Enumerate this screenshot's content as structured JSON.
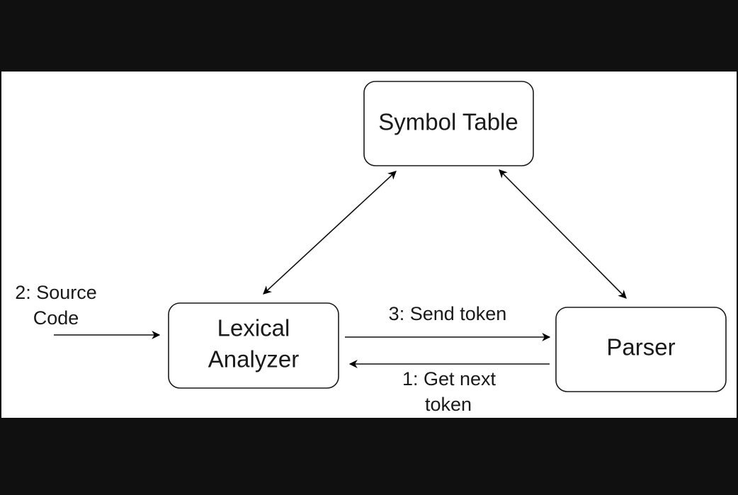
{
  "diagram": {
    "nodes": {
      "symbol_table": {
        "label": "Symbol Table"
      },
      "lexical_analyzer": {
        "line1": "Lexical",
        "line2": "Analyzer"
      },
      "parser": {
        "label": "Parser"
      }
    },
    "edges": {
      "source_code": {
        "line1": "2: Source",
        "line2": "Code"
      },
      "send_token": {
        "label": "3: Send token"
      },
      "get_next_token": {
        "line1": "1: Get next",
        "line2": "token"
      }
    }
  }
}
